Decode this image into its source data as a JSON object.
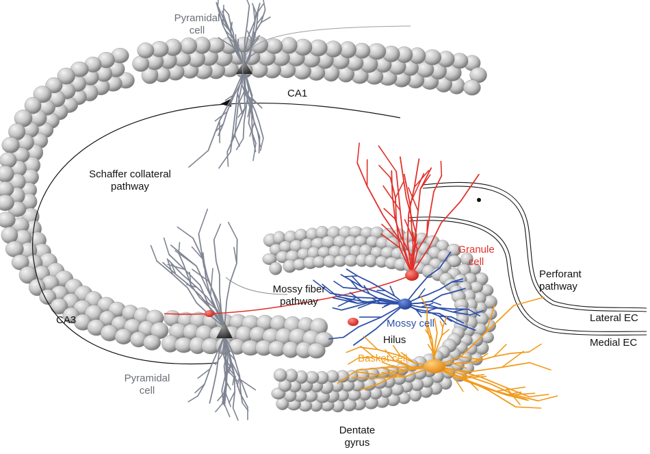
{
  "labels": {
    "pyramidal_top": [
      "Pyramidal",
      "cell"
    ],
    "ca1": "CA1",
    "schaffer": [
      "Schaffer collateral",
      "pathway"
    ],
    "granule": [
      "Granule",
      "cell"
    ],
    "perforant": [
      "Perforant",
      "pathway"
    ],
    "lateral_ec": "Lateral EC",
    "medial_ec": "Medial EC",
    "mossy_fiber": [
      "Mossy fiber",
      "pathway"
    ],
    "ca3": "CA3",
    "mossy_cell": "Mossy cell",
    "hilus": "Hilus",
    "basket": "Basket cell",
    "pyramidal_bottom": [
      "Pyramidal",
      "cell"
    ],
    "dentate": [
      "Dentate",
      "gyrus"
    ]
  },
  "colors": {
    "cell_layer": "#bcbcbc",
    "cell_dark": "#5a5a5a",
    "pyramidal": "#7f8592",
    "granule": "#e2302a",
    "mossy": "#2c4fa8",
    "basket": "#f29a1a",
    "pathway_line": "#111111"
  }
}
